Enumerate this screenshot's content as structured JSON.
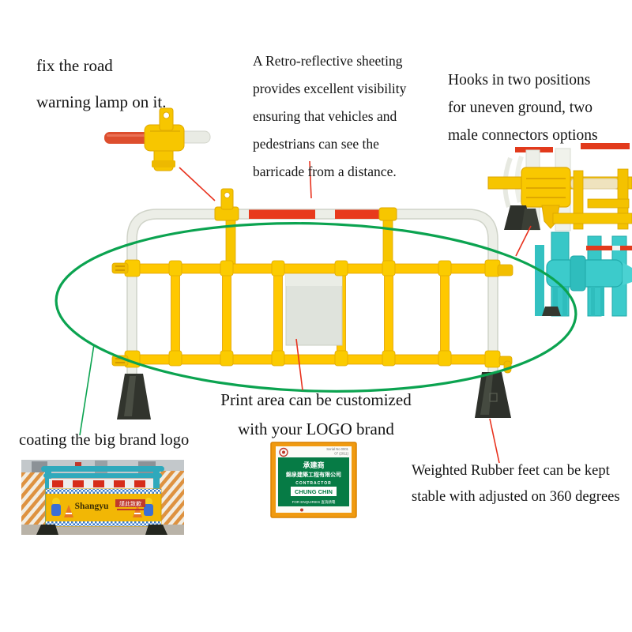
{
  "captions": {
    "lamp": [
      "fix the road",
      "warning lamp on it."
    ],
    "reflective": [
      "A Retro-reflective sheeting",
      "provides excellent visibility",
      "ensuring that vehicles and",
      "pedestrians can see the",
      "barricade from a distance."
    ],
    "hooks": [
      "Hooks in two positions",
      "for uneven ground, two",
      "male connectors options"
    ],
    "print_area": [
      "Print area can be customized",
      "with your LOGO brand"
    ],
    "branding": "coating the big brand logo",
    "feet": [
      "Weighted Rubber feet can be kept",
      "stable with adjusted on 360 degrees"
    ]
  },
  "brand_photo": {
    "brand_name": "Shangyu",
    "apology_text": "謹此致歉"
  },
  "certificate": {
    "serial_line1": "Serial No 0001",
    "serial_line2": "07 (2011)",
    "title_cn": "承建商",
    "company_cn": "錦泉建築工程有限公司",
    "contractor_label": "CONTRACTOR",
    "contractor_name": "CHUNG CHIN",
    "enquiries_label": "FOR ENQUIRIES 查詢請電"
  },
  "colors": {
    "barricade_yellow": "#FFC800",
    "rail_white": "#E9EBE4",
    "reflective_red": "#E8391C",
    "highlight_green": "#0BA350",
    "annotation_red": "#E8321E",
    "connector_teal": "#38C7C7",
    "foot_black": "#2E312B",
    "certificate_orange": "#F09A10",
    "certificate_green": "#067B45",
    "banner_yellow": "#F2B705",
    "frame_teal": "#2FA9BC"
  }
}
